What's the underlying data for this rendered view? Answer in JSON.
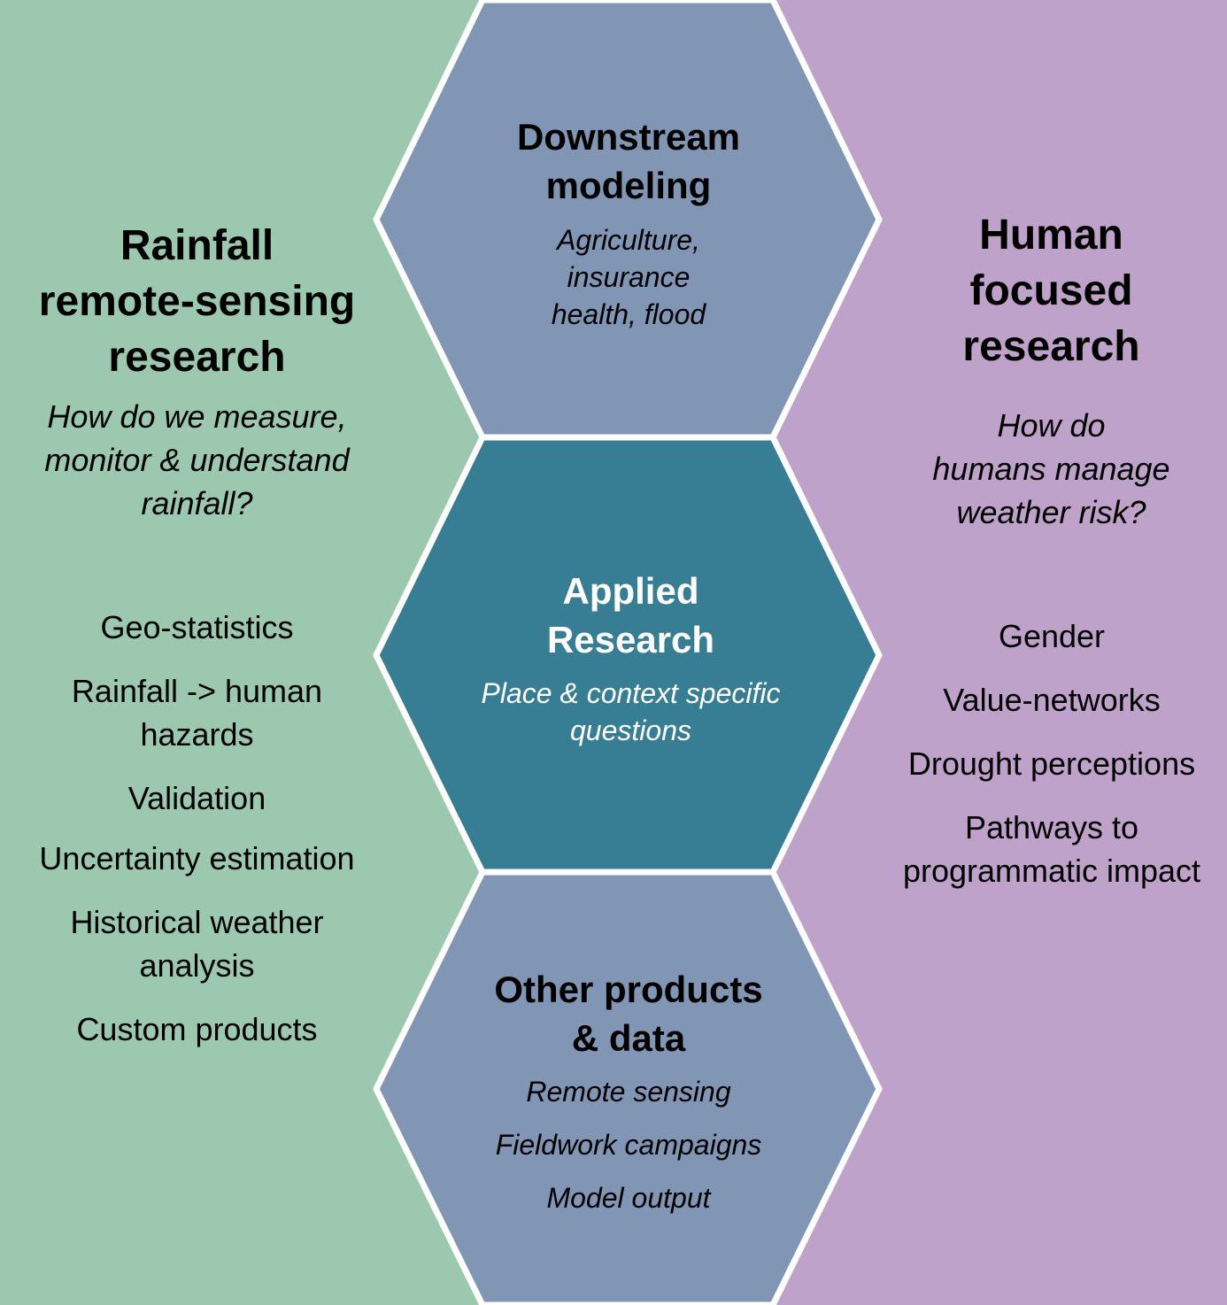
{
  "colors": {
    "left_panel": "#9dc8b0",
    "right_panel": "#bea2c9",
    "side_hexagon": "#8196b5",
    "center_hexagon": "#377d93",
    "hexagon_border": "#ffffff"
  },
  "left": {
    "title": [
      "Rainfall",
      "remote-sensing",
      "research"
    ],
    "question": [
      "How do we measure,",
      "monitor & understand",
      "rainfall?"
    ],
    "items": [
      "Geo-statistics",
      "Rainfall -> human hazards",
      "Validation",
      "Uncertainty estimation",
      "Historical weather analysis",
      "Custom products"
    ]
  },
  "right": {
    "title": [
      "Human",
      "focused",
      "research"
    ],
    "question": [
      "How do",
      "humans manage",
      "weather risk?"
    ],
    "items": [
      "Gender",
      "Value-networks",
      "Drought perceptions",
      "Pathways to programmatic impact"
    ]
  },
  "top_hex": {
    "title": [
      "Downstream",
      "modeling"
    ],
    "subtitle": [
      "Agriculture,",
      "insurance",
      "health, flood"
    ]
  },
  "center_hex": {
    "title": [
      "Applied",
      "Research"
    ],
    "subtitle": [
      "Place & context specific",
      "questions"
    ]
  },
  "bottom_hex": {
    "title": [
      "Other products",
      "& data"
    ],
    "items": [
      "Remote sensing",
      "Fieldwork campaigns",
      "Model output"
    ]
  }
}
